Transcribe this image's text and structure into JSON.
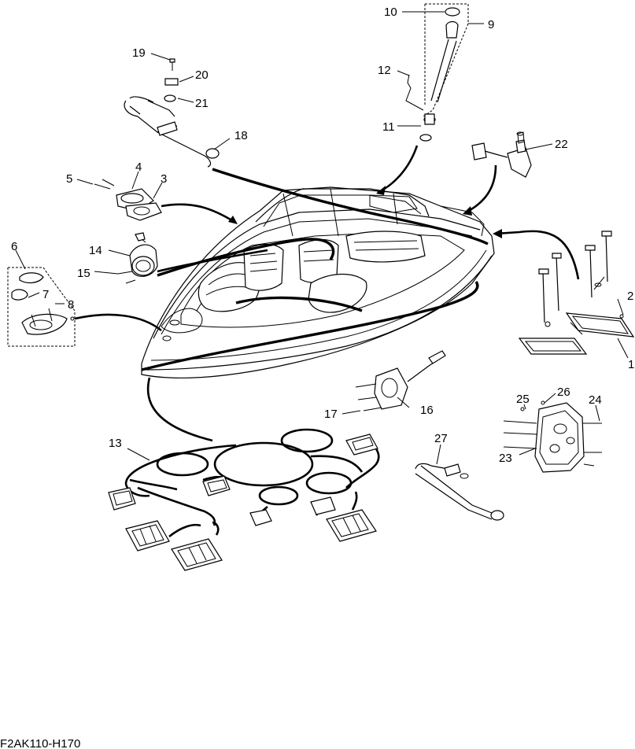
{
  "diagram": {
    "code": "F2AK110-H170",
    "callouts": [
      "1",
      "2",
      "3",
      "4",
      "5",
      "6",
      "7",
      "8",
      "9",
      "10",
      "11",
      "12",
      "13",
      "14",
      "15",
      "16",
      "17",
      "18",
      "19",
      "20",
      "21",
      "22",
      "23",
      "24",
      "25",
      "26",
      "27"
    ]
  }
}
